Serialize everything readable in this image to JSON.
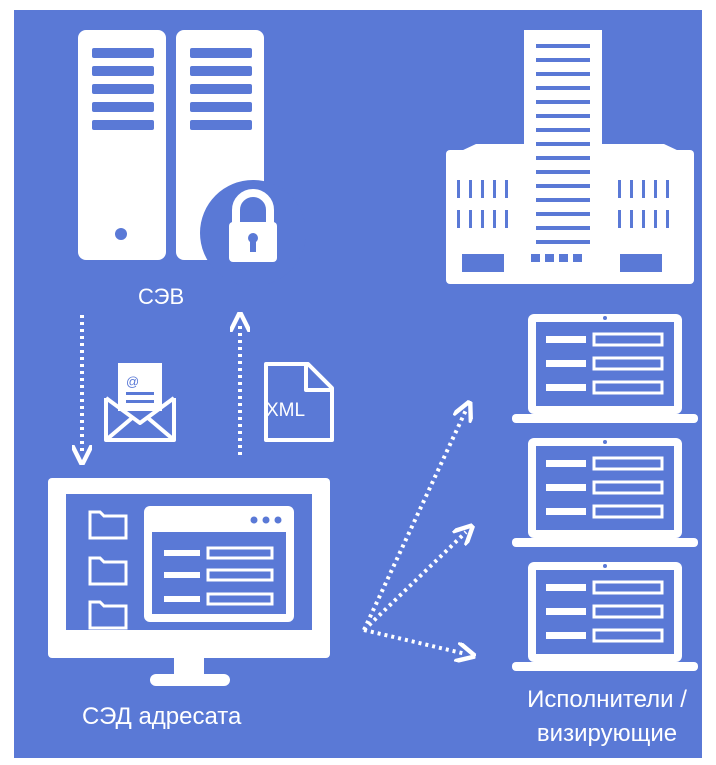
{
  "colors": {
    "background": "#5a79d6",
    "foreground": "#ffffff"
  },
  "labels": {
    "sev": "СЭВ",
    "xml": "XML",
    "sed_addressee": "СЭД адресата",
    "executors_line1": "Исполнители /",
    "executors_line2": "визирующие"
  },
  "icons": {
    "server": "server-rack-icon",
    "lock": "padlock-icon",
    "building": "office-building-icon",
    "envelope": "email-envelope-icon",
    "xml_file": "xml-file-icon",
    "monitor": "desktop-monitor-icon",
    "laptop": "laptop-icon",
    "folder": "folder-icon"
  }
}
